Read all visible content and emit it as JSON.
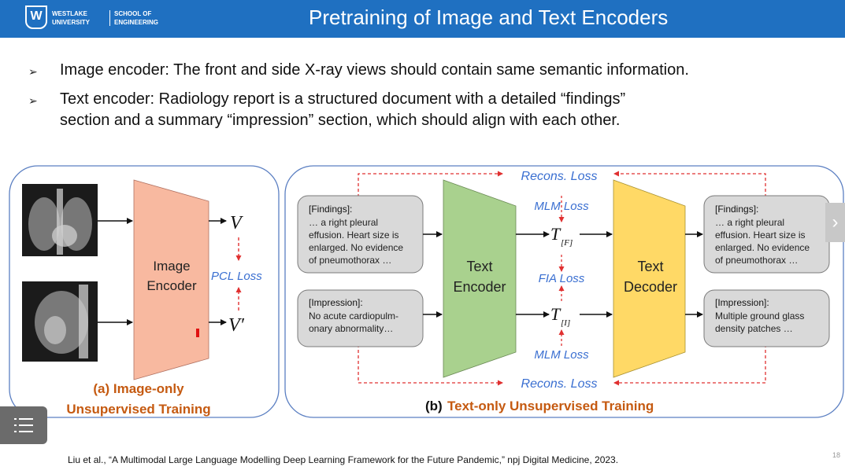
{
  "header": {
    "logo_lines": [
      "WESTLAKE",
      "UNIVERSITY"
    ],
    "school_lines": [
      "SCHOOL OF",
      "ENGINEERING"
    ],
    "title": "Pretraining of Image and Text Encoders"
  },
  "bullets": [
    {
      "marker": "➢",
      "lines": [
        "Image encoder: The front and side X-ray views should contain same semantic information."
      ]
    },
    {
      "marker": "➢",
      "lines": [
        "Text encoder: Radiology report is a structured document with a detailed  “findings”",
        "section and a summary  “impression”  section, which should align with each other."
      ]
    }
  ],
  "panel_a": {
    "encoder": [
      "Image",
      "Encoder"
    ],
    "v": "V",
    "v_prime": "V′",
    "loss": "PCL Loss",
    "caption": [
      "(a) Image-only",
      "Unsupervised Training"
    ]
  },
  "panel_b": {
    "recons_loss": "Recons. Loss",
    "mlm_loss": "MLM Loss",
    "fia_loss": "FIA Loss",
    "text_encoder": [
      "Text",
      "Encoder"
    ],
    "text_decoder": [
      "Text",
      "Decoder"
    ],
    "t_main": "T",
    "t_f": "[F]",
    "t_i": "[I]",
    "findings_label": "[Findings]:",
    "findings_in": [
      "… a right pleural",
      "effusion. Heart size is",
      "enlarged. No evidence",
      "of pneumothorax …"
    ],
    "impression_label": "[Impression]:",
    "impression_in": [
      "No acute cardiopulm-",
      "onary abnormality…"
    ],
    "findings_out": [
      "… a right pleural",
      "effusion. Heart size is",
      "enlarged. No evidence",
      "of pneumothorax …"
    ],
    "impression_out": [
      "Multiple ground glass",
      "density patches …"
    ],
    "caption_prefix": "(b) ",
    "caption": "Text-only Unsupervised Training"
  },
  "citation": "Liu et al.,  “A Multimodal Large Language Modelling Deep Learning Framework for the Future Pandemic,”  npj Digital Medicine, 2023.",
  "slide_number": "18",
  "nav": {
    "next_icon": "chevron-right-icon",
    "menu_icon": "menu-list-icon"
  },
  "colors": {
    "header_blue": "#1f70c1",
    "image_encoder": "#f8b9a0",
    "text_encoder": "#a9d18e",
    "text_decoder": "#ffd966",
    "loss_blue": "#3a6fd1",
    "caption_orange": "#c55a11",
    "dashed_red": "#e03030"
  }
}
